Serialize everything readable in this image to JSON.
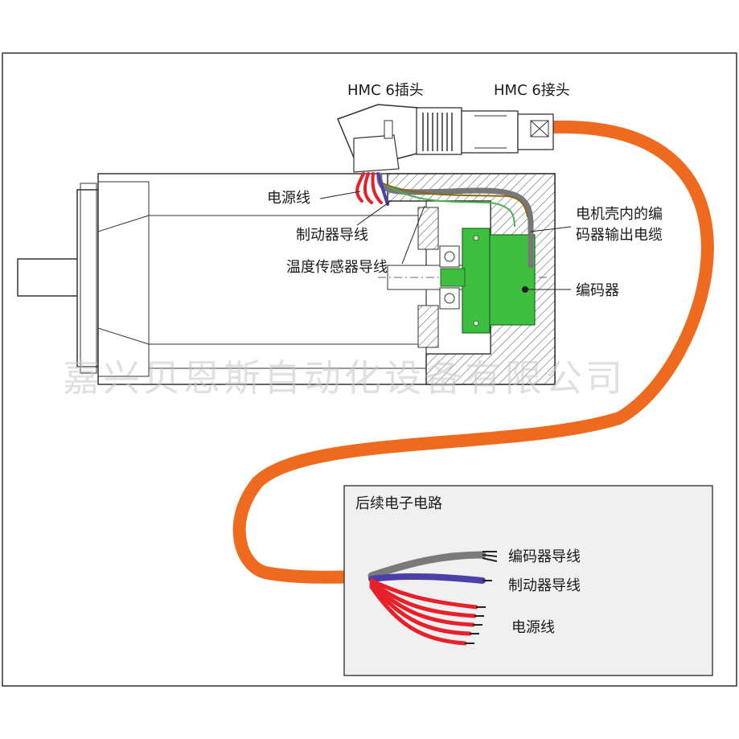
{
  "labels": {
    "plug": "HMC 6插头",
    "connector": "HMC 6接头",
    "power_line": "电源线",
    "brake_line": "制动器导线",
    "temp_line": "温度传感器导线",
    "encoder_cable_1": "电机壳内的编",
    "encoder_cable_2": "码器输出电缆",
    "encoder": "编码器",
    "box_title": "后续电子电路",
    "out_encoder": "编码器导线",
    "out_brake": "制动器导线",
    "out_power": "电源线"
  },
  "watermark": "嘉兴贝恩斯自动化设备有限公司",
  "colors": {
    "cable_orange": "#ee6a1f",
    "power_red": "#e8202a",
    "brake_blue": "#4b3fa8",
    "encoder_gray": "#7a7a7a",
    "encoder_green": "#3fbf3f",
    "temp_green": "#4caf50",
    "box_fill": "#f0f0f0",
    "hatch": "#555555"
  }
}
